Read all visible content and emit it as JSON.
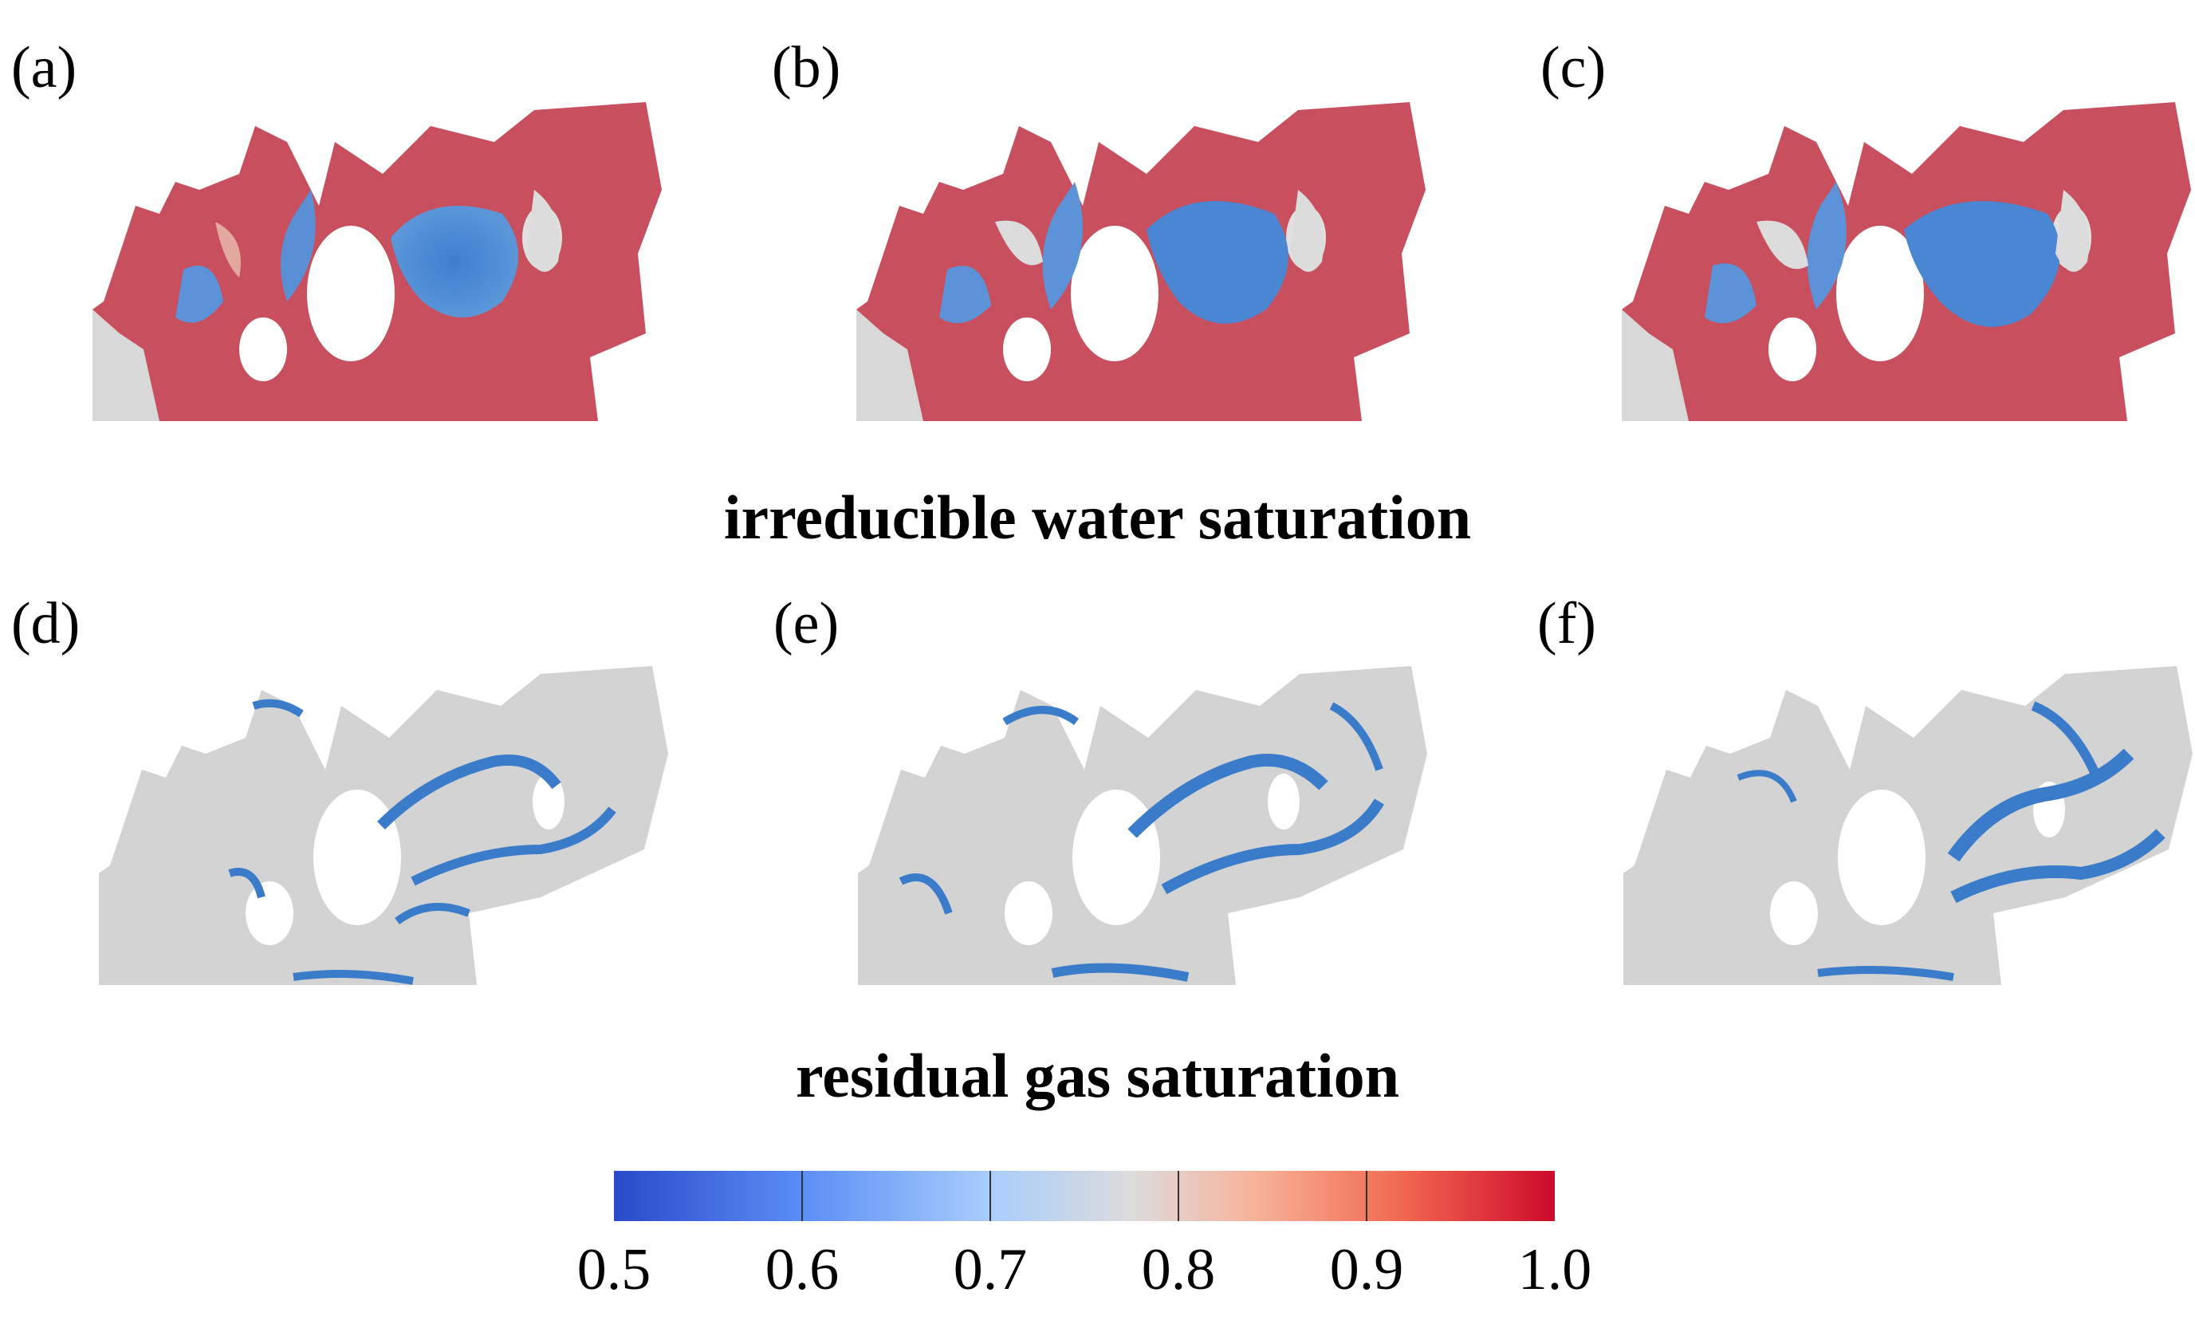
{
  "panels": {
    "a": "(a)",
    "b": "(b)",
    "c": "(c)",
    "d": "(d)",
    "e": "(e)",
    "f": "(f)"
  },
  "titles": {
    "top": "irreducible water saturation",
    "bottom": "residual gas saturation"
  },
  "colorbar": {
    "min": 0.5,
    "max": 1.0,
    "tick_labels": [
      "0.5",
      "0.6",
      "0.7",
      "0.8",
      "0.9",
      "1.0"
    ],
    "colors": [
      "#2a49c9",
      "#5a8ef5",
      "#a9cdfb",
      "#dcdcdc",
      "#f7b39a",
      "#f1674f",
      "#cc0a2a"
    ]
  }
}
